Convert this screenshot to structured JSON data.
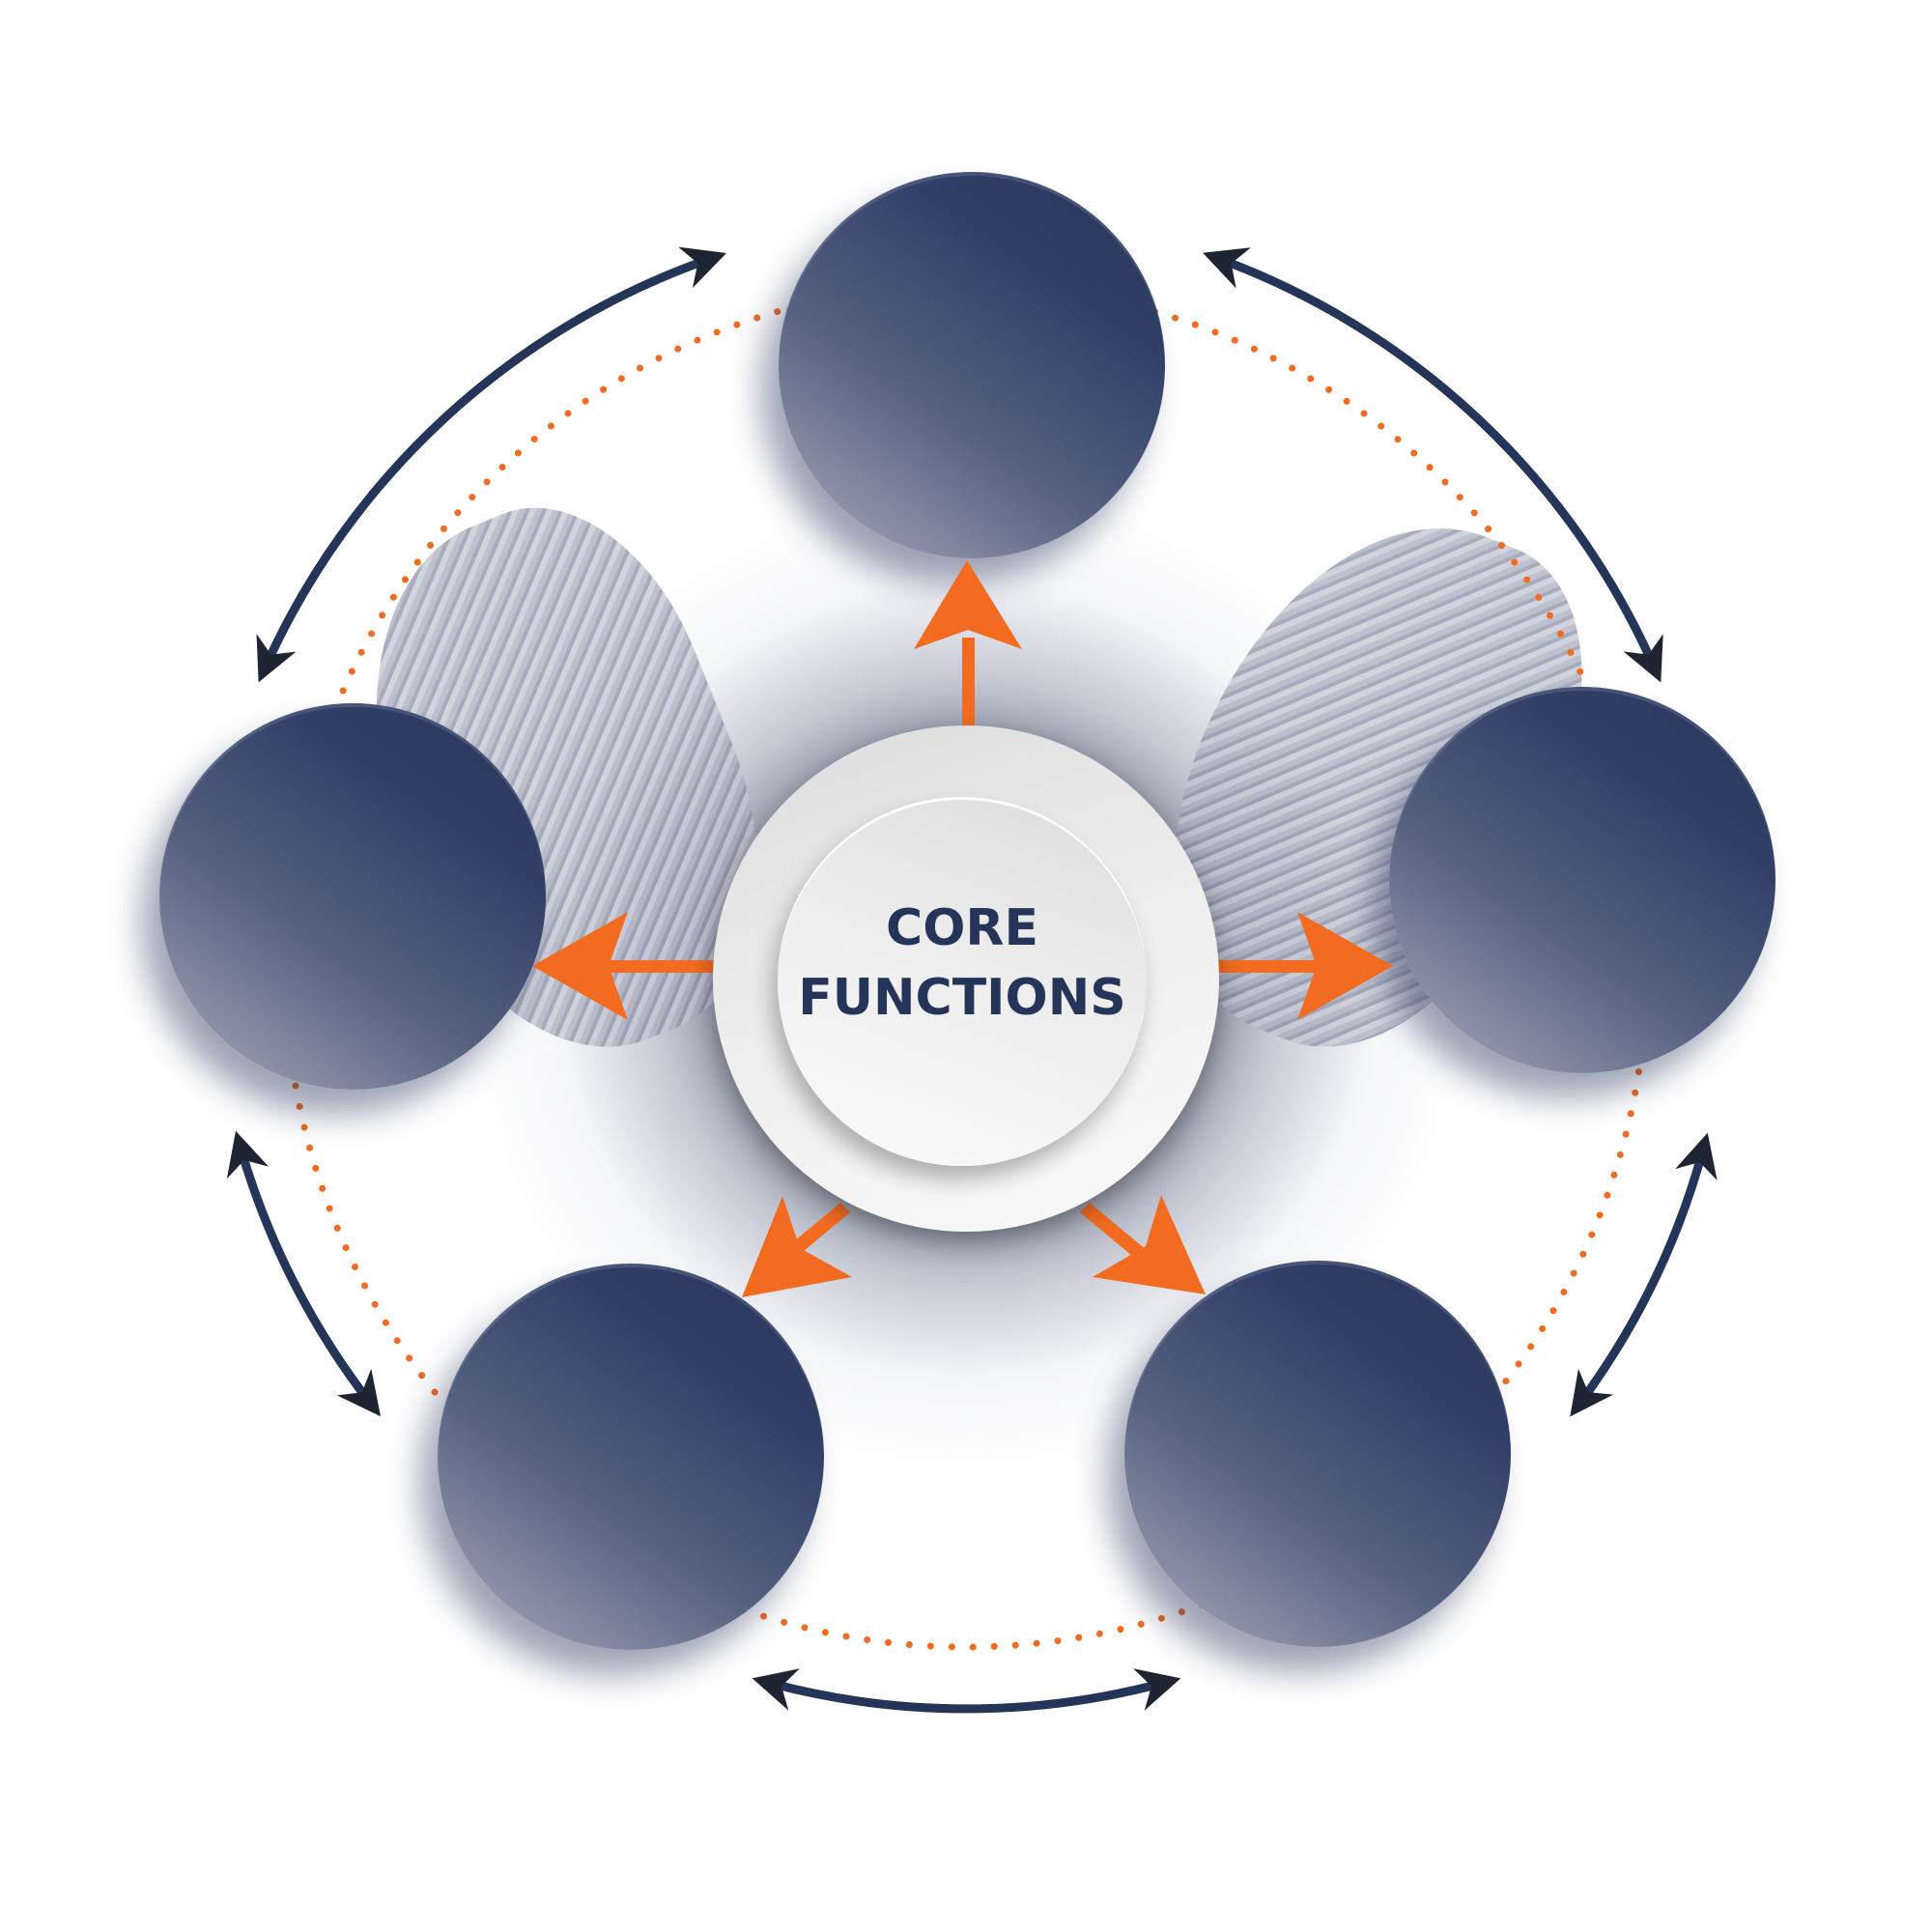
{
  "diagram": {
    "title": "CORE FUNCTIONS",
    "center": {
      "line1": "CORE",
      "line2": "FUNCTIONS",
      "text_color": "#253559"
    },
    "satellites": [
      {
        "position": "top",
        "label": ""
      },
      {
        "position": "right",
        "label": ""
      },
      {
        "position": "bottom-right",
        "label": ""
      },
      {
        "position": "bottom-left",
        "label": ""
      },
      {
        "position": "left",
        "label": ""
      }
    ],
    "connectors": {
      "radial_arrow_color": "#F26B21",
      "cycle_arrow_color": "#253559",
      "dotted_ring_color": "#F26B21"
    },
    "background_icon": "eagle-sculpture-photo"
  }
}
